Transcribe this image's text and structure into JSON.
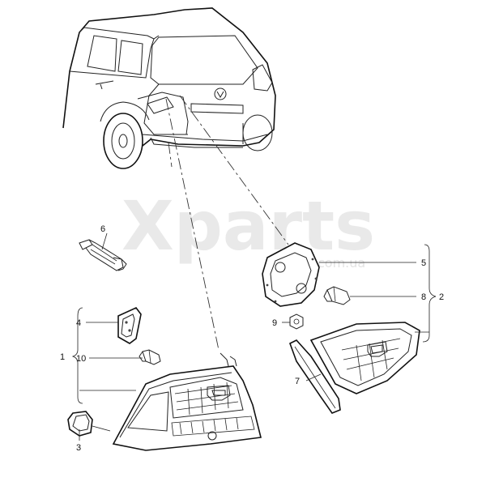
{
  "watermark": {
    "brand": "Xparts",
    "domain": "com.ua"
  },
  "callouts": {
    "p1": "1",
    "p2": "2",
    "p3": "3",
    "p4": "4",
    "p5": "5",
    "p6": "6",
    "p7": "7",
    "p8": "8",
    "p9": "9",
    "p10": "10"
  },
  "parts": [
    {
      "number": "1",
      "name": "tail-light-outer-assembly"
    },
    {
      "number": "2",
      "name": "tail-light-inner-assembly"
    },
    {
      "number": "3",
      "name": "cap"
    },
    {
      "number": "4",
      "name": "outer-gasket"
    },
    {
      "number": "5",
      "name": "inner-gasket"
    },
    {
      "number": "6",
      "name": "bulb-socket"
    },
    {
      "number": "7",
      "name": "trim-strip"
    },
    {
      "number": "8",
      "name": "inner-bulb"
    },
    {
      "number": "9",
      "name": "nut"
    },
    {
      "number": "10",
      "name": "outer-bulb"
    }
  ]
}
